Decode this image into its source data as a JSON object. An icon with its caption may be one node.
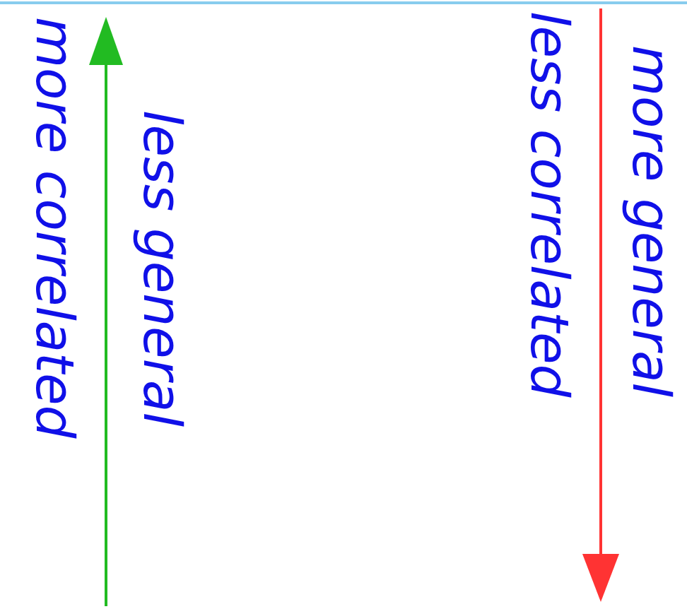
{
  "diagram": {
    "labels": [
      "more correlated",
      "less general",
      "less correlated",
      "more general"
    ]
  }
}
